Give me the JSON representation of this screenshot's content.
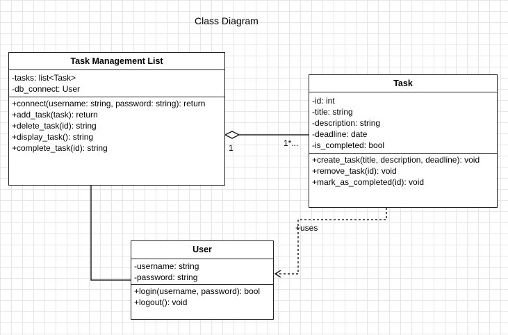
{
  "title": "Class Diagram",
  "classes": {
    "task_management_list": {
      "name": "Task Management List",
      "attributes": [
        "-tasks: list<Task>",
        "-db_connect: User"
      ],
      "methods": [
        "+connect(username: string, password: string): return",
        "+add_task(task): return",
        "+delete_task(id): string",
        "+display_task(): string",
        "+complete_task(id): string"
      ]
    },
    "task": {
      "name": "Task",
      "attributes": [
        "-id: int",
        "-title: string",
        "-description: string",
        "-deadline: date",
        "-is_completed: bool"
      ],
      "methods": [
        "+create_task(title, description, deadline): void",
        "+remove_task(id): void",
        "+mark_as_completed(id): void"
      ]
    },
    "user": {
      "name": "User",
      "attributes": [
        "-username: string",
        "-password: string"
      ],
      "methods": [
        "+login(username, password): bool",
        "+logout(): void"
      ]
    }
  },
  "relationships": {
    "aggregation": {
      "from": "Task Management List",
      "to": "Task",
      "multiplicity_source": "1",
      "multiplicity_target": "1*..."
    },
    "dependency": {
      "from": "Task",
      "to": "User",
      "label": "+uses"
    },
    "association": {
      "from": "Task Management List",
      "to": "User"
    }
  },
  "colors": {
    "line": "#222222",
    "grid": "#e6e6e6",
    "background": "#ffffff"
  }
}
